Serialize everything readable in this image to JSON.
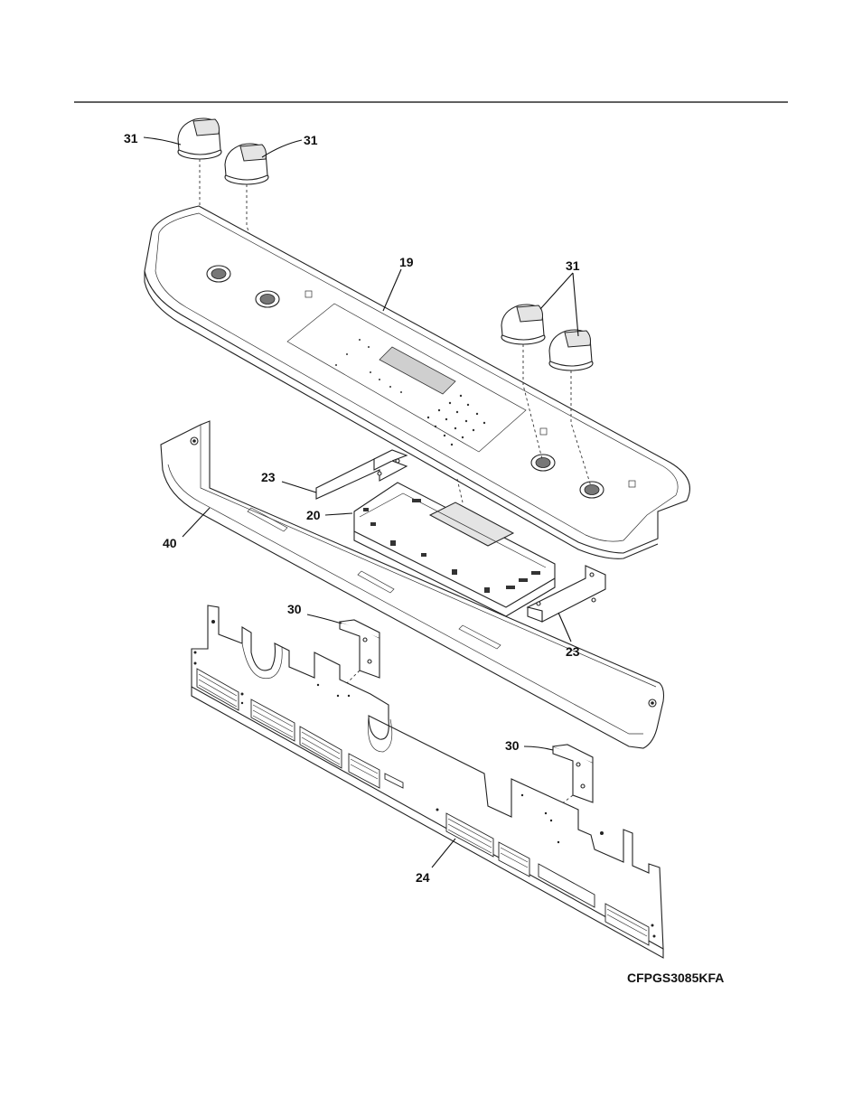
{
  "callouts": {
    "knob_top_left": "31",
    "knob_top_second": "31",
    "knobs_right": "31",
    "control_panel": "19",
    "bracket_upper": "23",
    "bracket_lower": "23",
    "control_board": "20",
    "trim_40": "40",
    "bracket_30_left": "30",
    "bracket_30_right": "30",
    "back_panel": "24"
  },
  "model": "CFPGS3085KFA"
}
